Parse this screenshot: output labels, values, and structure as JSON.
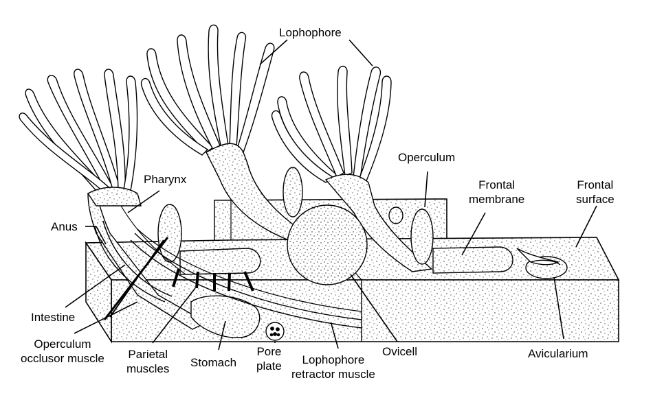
{
  "figure": {
    "labels": {
      "lophophore": "Lophophore",
      "operculum": "Operculum",
      "frontal_membrane": [
        "Frontal",
        "membrane"
      ],
      "frontal_surface": [
        "Frontal",
        "surface"
      ],
      "pharynx": "Pharynx",
      "anus": "Anus",
      "intestine": "Intestine",
      "operculum_occlusor_muscle": [
        "Operculum",
        "occlusor muscle"
      ],
      "parietal_muscles": [
        "Parietal",
        "muscles"
      ],
      "stomach": "Stomach",
      "pore_plate": [
        "Pore",
        "plate"
      ],
      "lophophore_retractor_muscle": [
        "Lophophore",
        "retractor muscle"
      ],
      "ovicell": "Ovicell",
      "avicularium": "Avicularium"
    }
  }
}
